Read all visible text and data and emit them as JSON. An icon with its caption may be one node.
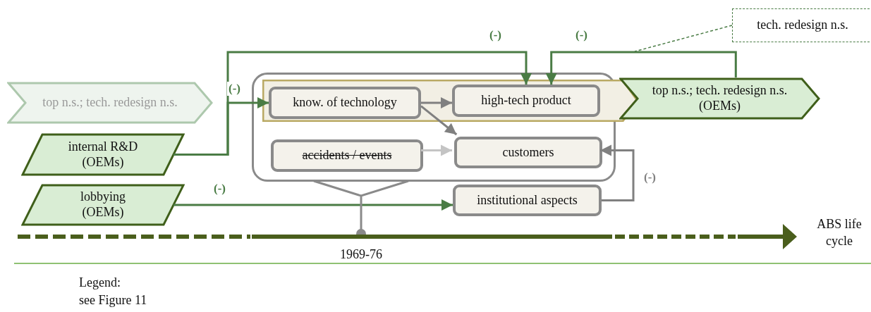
{
  "diagram": {
    "nodes": [
      {
        "text": [
          "top n.s.; tech. redesign n.s."
        ]
      },
      {
        "text": [
          "internal R&D (OEMs)"
        ]
      },
      {
        "text": [
          "lobbying (OEMs)"
        ]
      },
      {
        "text": [],
        "shape": "box"
      },
      {
        "text": [],
        "shape": "bar"
      },
      {
        "text": [
          "know. of technology"
        ],
        "in": 4
      },
      {
        "text": [
          "high-tech product"
        ],
        "in": 4
      },
      {
        "text": [
          "accidents / events"
        ],
        "in": 3
      },
      {
        "text": [
          "customers"
        ],
        "in": 3
      },
      {
        "text": [
          "institutional aspects"
        ]
      },
      {
        "text": [
          "top n.s.; tech. redesign n.s. (OEMs)"
        ]
      },
      {
        "text": [
          "tech. redesign n.s."
        ]
      }
    ],
    "edges": [
      {
        "from": 1,
        "to": 5,
        "arrow": "to",
        "label": "(-)"
      },
      {
        "from": 1,
        "to": 6,
        "arrow": "to",
        "label": "(-)"
      },
      {
        "from": 10,
        "to": 6,
        "arrow": "to",
        "label": "(-)"
      },
      {
        "from": 5,
        "to": 6,
        "arrow": "to",
        "color": "#808080"
      },
      {
        "from": 5,
        "to": 8,
        "arrow": "to",
        "color": "#808080"
      },
      {
        "from": 7,
        "to": 8,
        "arrow": "to",
        "color": "#c4c4c4"
      },
      {
        "from": 2,
        "to": 9,
        "arrow": "to",
        "label": "(-)"
      },
      {
        "from": 9,
        "to": 8,
        "arrow": "to",
        "label": "(-)",
        "color": "#808080"
      },
      {
        "from": 11,
        "to": null,
        "arrow": "none",
        "style": "dashed"
      }
    ],
    "labels": [
      "1969-76",
      "ABS life cycle",
      "Legend:",
      "see Figure 11"
    ]
  }
}
